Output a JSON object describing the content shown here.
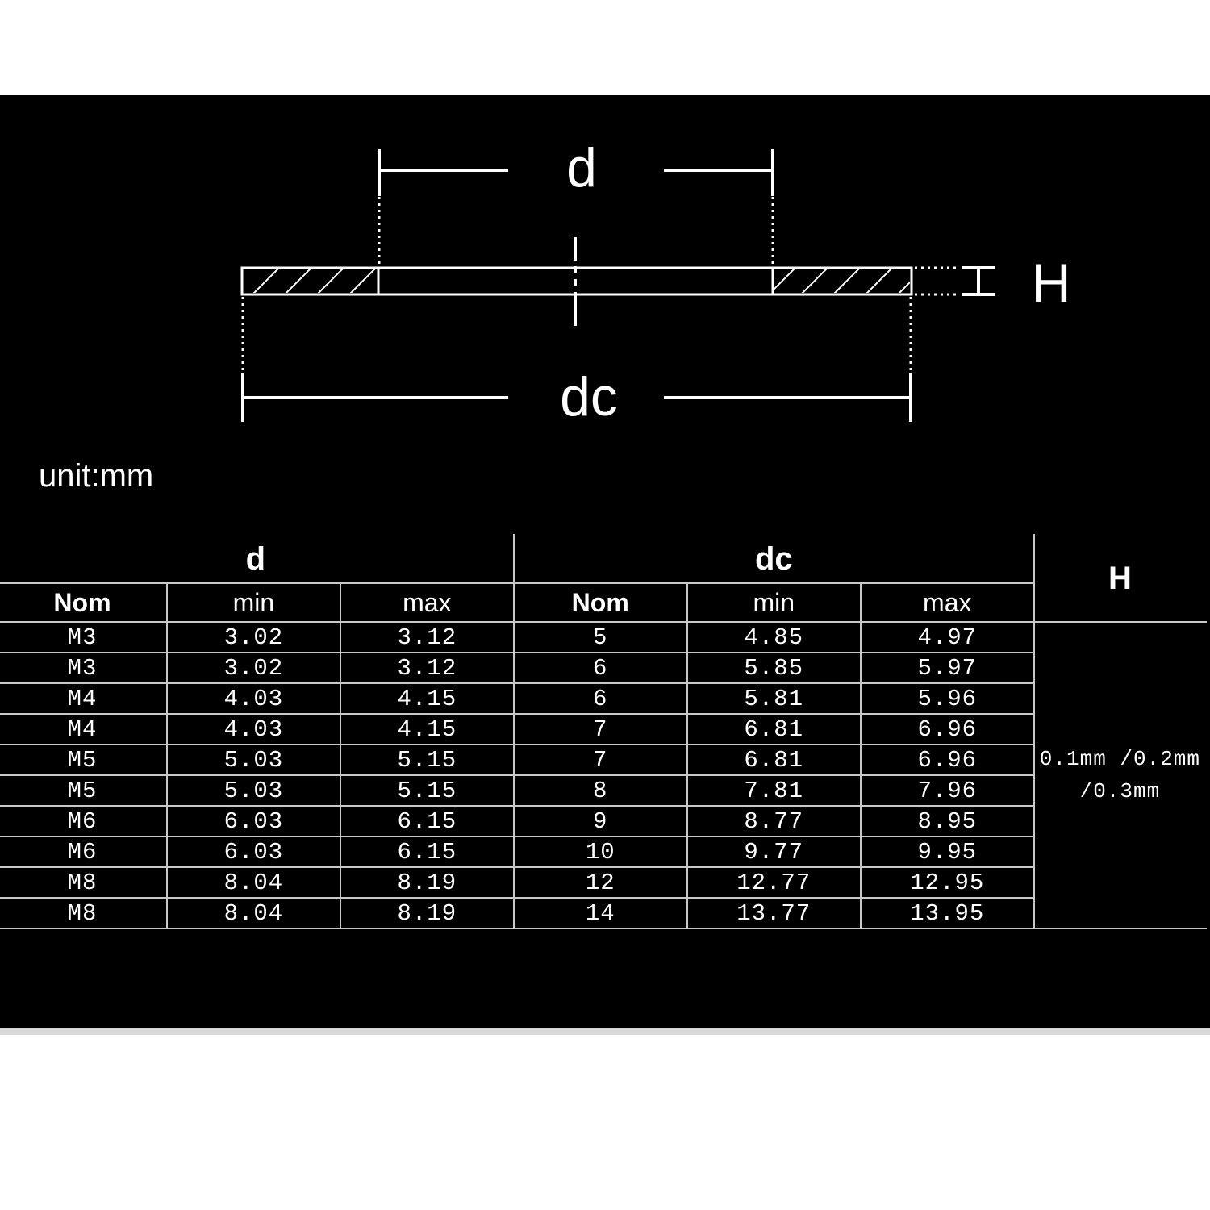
{
  "drawing": {
    "d_label": "d",
    "dc_label": "dc",
    "h_label": "H"
  },
  "unit_label": "unit:mm",
  "table": {
    "groups": [
      "d",
      "dc",
      "H"
    ],
    "columns": [
      "Nom",
      "min",
      "max",
      "Nom",
      "min",
      "max"
    ],
    "rows": [
      [
        "M3",
        "3.02",
        "3.12",
        "5",
        "4.85",
        "4.97"
      ],
      [
        "M3",
        "3.02",
        "3.12",
        "6",
        "5.85",
        "5.97"
      ],
      [
        "M4",
        "4.03",
        "4.15",
        "6",
        "5.81",
        "5.96"
      ],
      [
        "M4",
        "4.03",
        "4.15",
        "7",
        "6.81",
        "6.96"
      ],
      [
        "M5",
        "5.03",
        "5.15",
        "7",
        "6.81",
        "6.96"
      ],
      [
        "M5",
        "5.03",
        "5.15",
        "8",
        "7.81",
        "7.96"
      ],
      [
        "M6",
        "6.03",
        "6.15",
        "9",
        "8.77",
        "8.95"
      ],
      [
        "M6",
        "6.03",
        "6.15",
        "10",
        "9.77",
        "9.95"
      ],
      [
        "M8",
        "8.04",
        "8.19",
        "12",
        "12.77",
        "12.95"
      ],
      [
        "M8",
        "8.04",
        "8.19",
        "14",
        "13.77",
        "13.95"
      ]
    ],
    "h_value": "0.1mm /0.2mm /0.3mm"
  }
}
